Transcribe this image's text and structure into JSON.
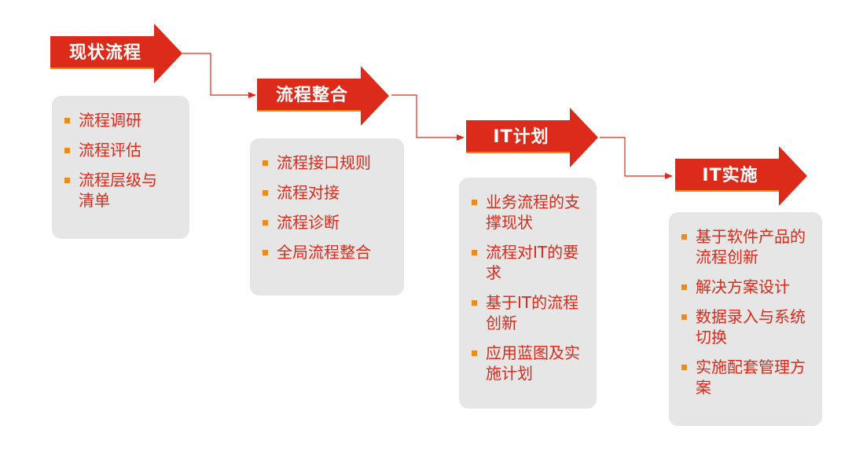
{
  "stages": [
    {
      "label": "现状流程",
      "items": [
        "流程调研",
        "流程评估",
        "流程层级与清单"
      ]
    },
    {
      "label": "流程整合",
      "items": [
        "流程接口规则",
        "流程对接",
        "流程诊断",
        "全局流程整合"
      ]
    },
    {
      "label": "IT计划",
      "items": [
        "业务流程的支撑现状",
        "流程对IT的要求",
        "基于IT的流程创新",
        "应用蓝图及实施计划"
      ]
    },
    {
      "label": "IT实施",
      "items": [
        "基于软件产品的流程创新",
        "解决方案设计",
        "数据录入与系统切换",
        "实施配套管理方案"
      ]
    }
  ],
  "colors": {
    "arrow": "#dc2a1b",
    "arrow_shadow": "#ec8a1c",
    "text": "#dc2a1b",
    "bullet": "#ec8a1c",
    "card_bg": "#e6e6e6",
    "connector": "#dc2a1b"
  }
}
